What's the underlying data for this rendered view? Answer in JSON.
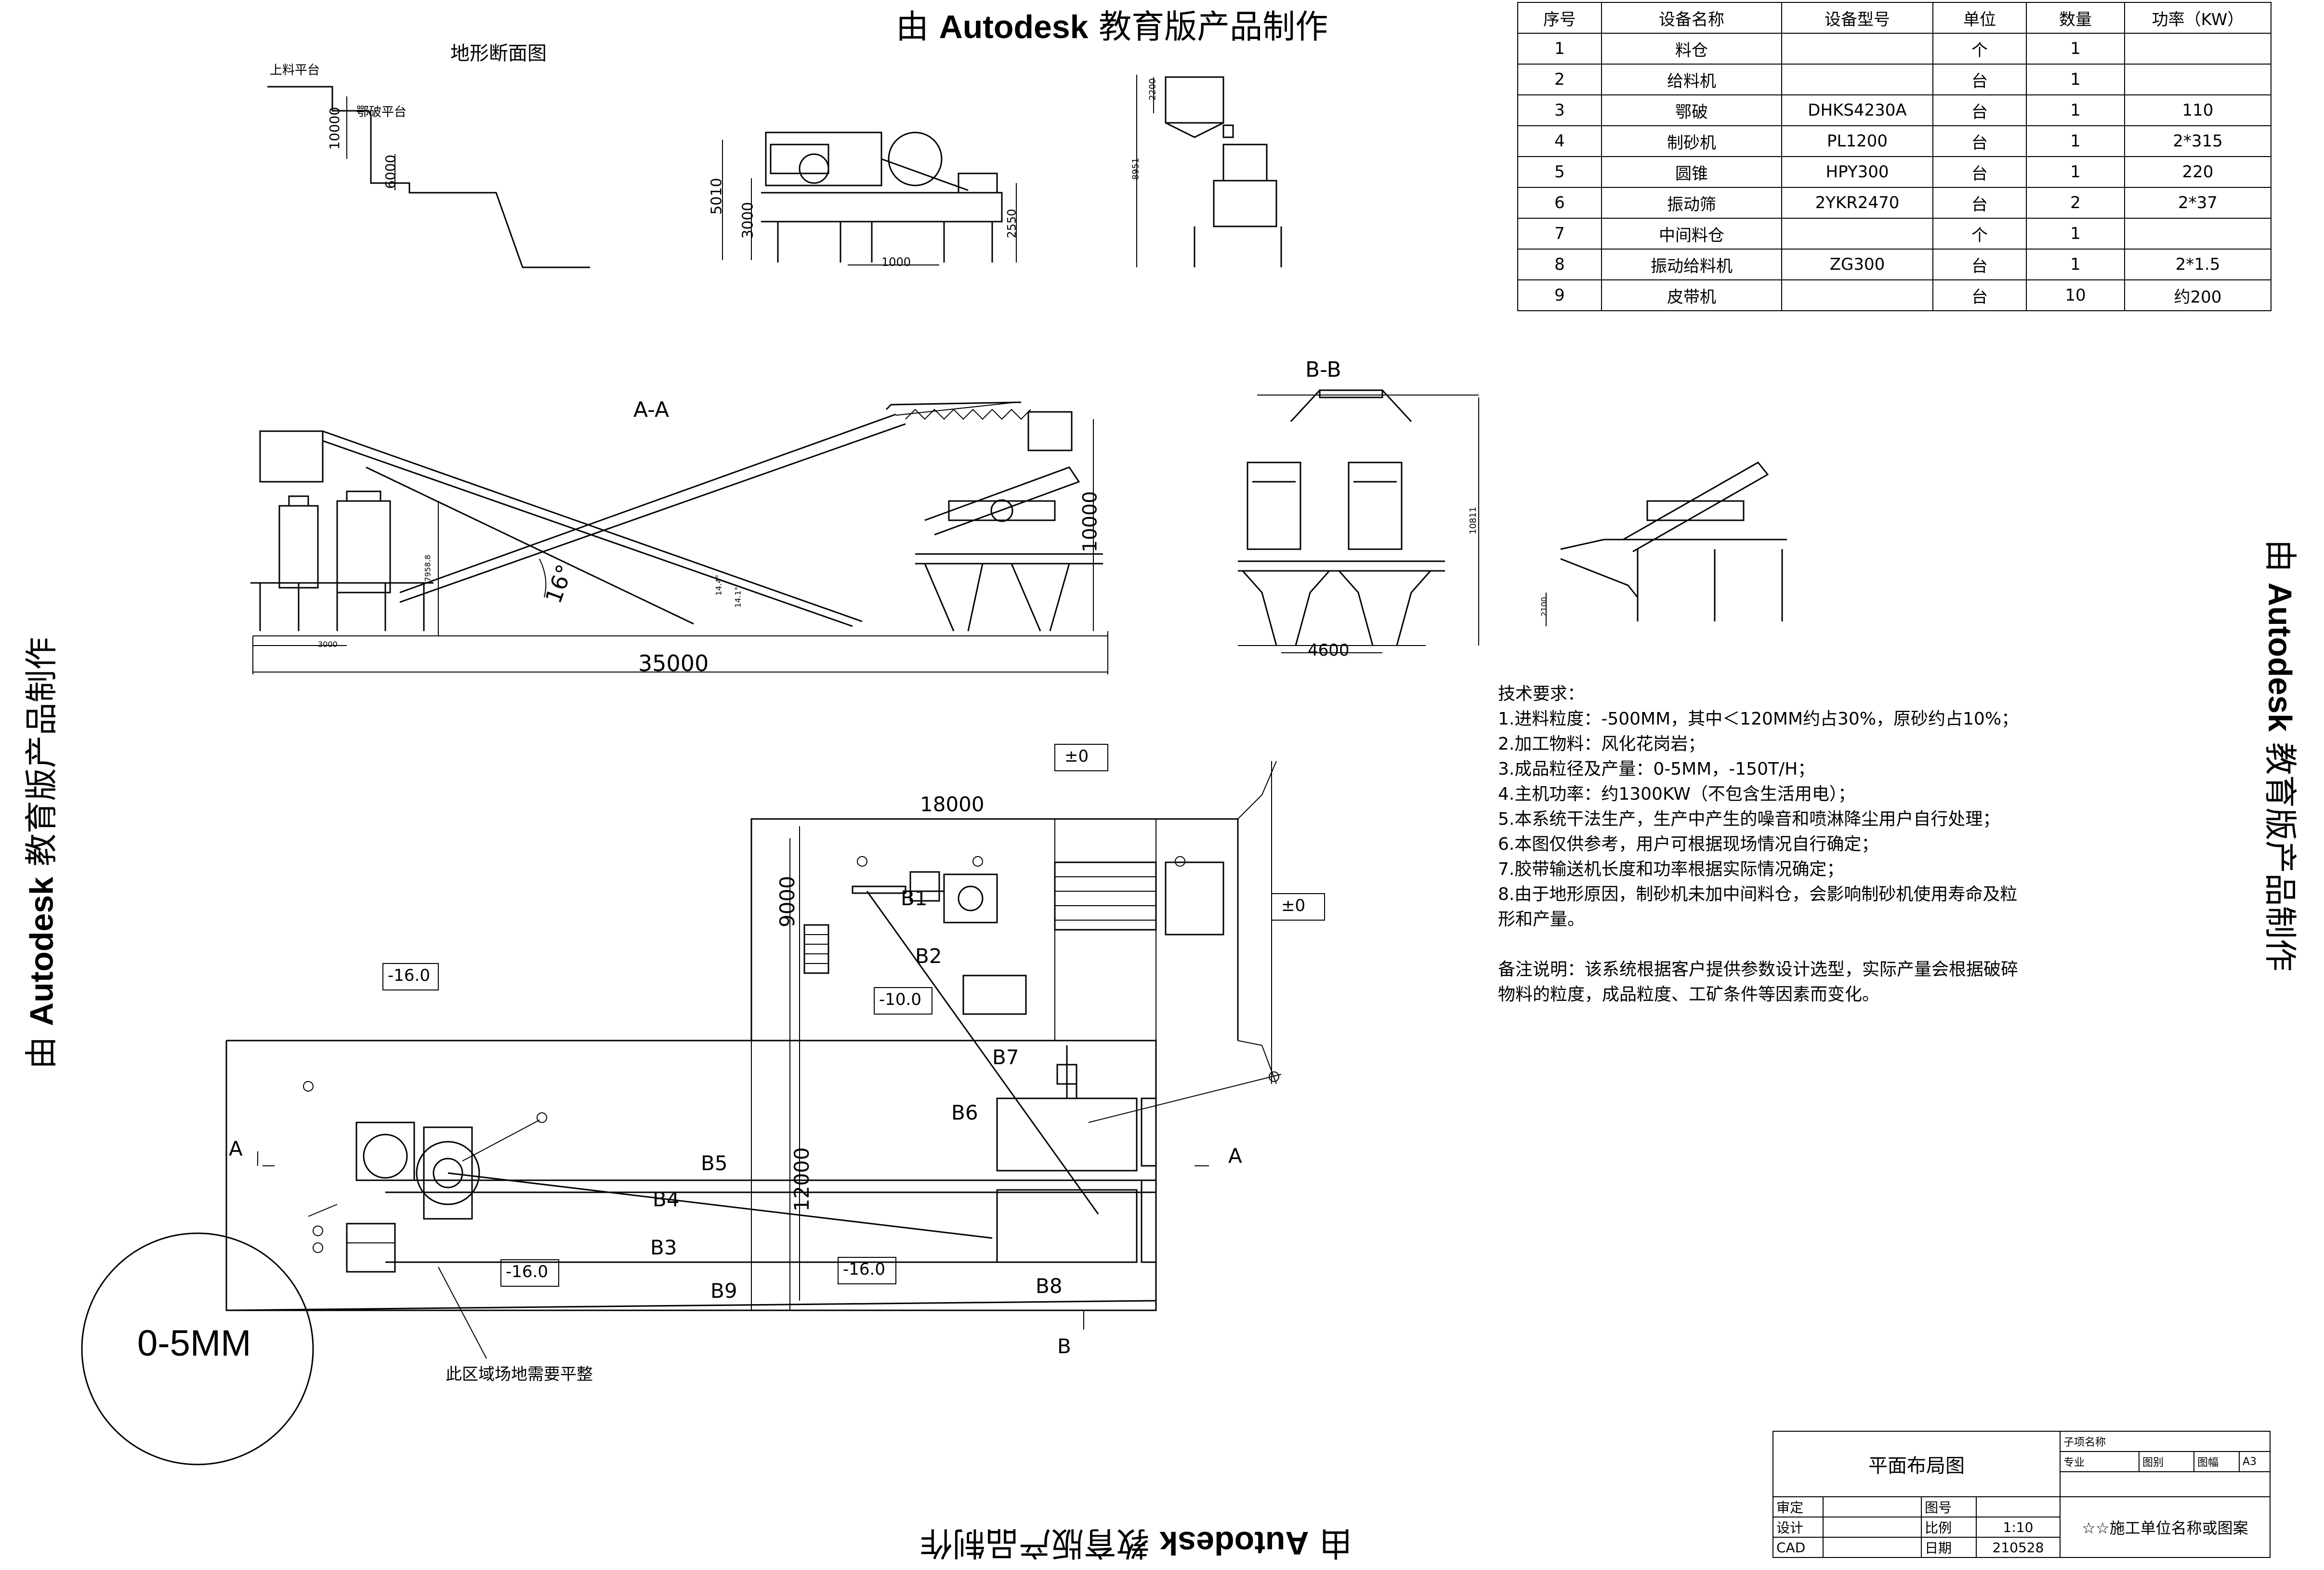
{
  "watermarks": {
    "top": {
      "prefix": "由",
      "brand": "Autodesk",
      "suffix": "教育版产品制作"
    },
    "bottom": {
      "prefix": "由",
      "brand": "Autodesk",
      "suffix": "教育版产品制作"
    },
    "left": {
      "prefix": "由",
      "brand": "Autodesk",
      "suffix": "教育版产品制作"
    },
    "right": {
      "prefix": "由",
      "brand": "Autodesk",
      "suffix": "教育版产品制作"
    }
  },
  "terrain": {
    "title": "地形断面图",
    "upper": "上料平台",
    "jaw": "鄂破平台",
    "dim1": "10000",
    "dim2": "6000"
  },
  "table": {
    "headers": [
      "序号",
      "设备名称",
      "设备型号",
      "单位",
      "数量",
      "功率（KW）"
    ],
    "rows": [
      [
        "1",
        "料仓",
        "",
        "个",
        "1",
        ""
      ],
      [
        "2",
        "给料机",
        "",
        "台",
        "1",
        ""
      ],
      [
        "3",
        "鄂破",
        "DHKS4230A",
        "台",
        "1",
        "110"
      ],
      [
        "4",
        "制砂机",
        "PL1200",
        "台",
        "1",
        "2*315"
      ],
      [
        "5",
        "圆锥",
        "HPY300",
        "台",
        "1",
        "220"
      ],
      [
        "6",
        "振动筛",
        "2YKR2470",
        "台",
        "2",
        "2*37"
      ],
      [
        "7",
        "中间料仓",
        "",
        "个",
        "1",
        ""
      ],
      [
        "8",
        "振动给料机",
        "ZG300",
        "台",
        "1",
        "2*1.5"
      ],
      [
        "9",
        "皮带机",
        "",
        "台",
        "10",
        "约200"
      ]
    ]
  },
  "elevation_dims": {
    "d5010": "5010",
    "d3000": "3000",
    "d1000": "1000",
    "d2550": "2550",
    "d2200": "2200",
    "d8951": "8951"
  },
  "section_aa": {
    "title": "A-A",
    "angle": "16°",
    "length": "35000",
    "height": "10000",
    "small1": "3000",
    "small2": "7958.8",
    "tilt1": "14.4°",
    "tilt2": "14.1°"
  },
  "section_bb": {
    "title": "B-B",
    "width": "4600",
    "height": "10811",
    "side_dim": "2100"
  },
  "plan": {
    "elev_zero_1": "±0",
    "elev_zero_2": "±0",
    "elev_n16_a": "-16.0",
    "elev_n10": "-10.0",
    "elev_n16_b": "-16.0",
    "elev_n16_c": "-16.0",
    "dim_18000": "18000",
    "dim_9000": "9000",
    "dim_12000": "12000",
    "belts": {
      "b1": "B1",
      "b2": "B2",
      "b3": "B3",
      "b4": "B4",
      "b5": "B5",
      "b6": "B6",
      "b7": "B7",
      "b8": "B8",
      "b9": "B9"
    },
    "markA": "A",
    "markA2": "A",
    "markB": "B",
    "product": "0-5MM",
    "note": "此区域场地需要平整"
  },
  "notes": {
    "title": "技术要求：",
    "items": [
      "1.进料粒度：-500MM，其中＜120MM约占30%，原砂约占10%；",
      "2.加工物料：风化花岗岩；",
      "3.成品粒径及产量：0-5MM，-150T/H；",
      "4.主机功率：约1300KW（不包含生活用电）；",
      "5.本系统干法生产，生产中产生的噪音和喷淋降尘用户自行处理；",
      "6.本图仅供参考，用户可根据现场情况自行确定；",
      "7.胶带输送机长度和功率根据实际情况确定；",
      "8.由于地形原因，制砂机未加中间料仓，会影响制砂机使用寿命及粒",
      "   形和产量。"
    ],
    "remark1": "备注说明：该系统根据客户提供参数设计选型，实际产量会根据破碎",
    "remark2": "物料的粒度，成品粒度、工矿条件等因素而变化。"
  },
  "titleblock": {
    "drawing_name": "平面布局图",
    "subname": "子项名称",
    "major": "专业",
    "tu_bie": "图别",
    "tu_fu": "图幅",
    "a3": "A3",
    "shending": "审定",
    "tuhao": "图号",
    "sheji": "设计",
    "bili": "比例",
    "scale": "1:10",
    "cad": "CAD",
    "riqi": "日期",
    "date": "210528",
    "company": "☆☆施工单位名称或图案"
  }
}
